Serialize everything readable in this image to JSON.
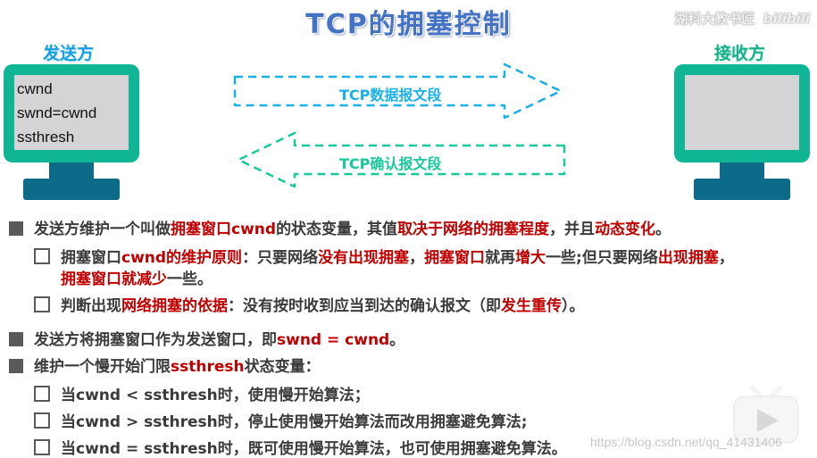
{
  "title": "TCP的拥塞控制",
  "watermark": {
    "channel": "湖科大教书匠",
    "logo_text": "bilibili",
    "url_text": "https://blog.csdn.net/qq_41431406"
  },
  "sender": {
    "label": "发送方",
    "screen_lines": [
      "cwnd",
      "swnd=cwnd",
      "ssthresh"
    ]
  },
  "receiver": {
    "label": "接收方"
  },
  "arrows": {
    "data_segment": {
      "label": "TCP数据报文段",
      "direction": "right",
      "color": "#1ab0e8"
    },
    "ack_segment": {
      "label": "TCP确认报文段",
      "direction": "left",
      "color": "#18c99a"
    }
  },
  "colors": {
    "title": "#4472c4",
    "highlight": "#c00000",
    "body_text": "#3b3b3b",
    "monitor_frame": "#10b595",
    "monitor_stand": "#0b6b88",
    "monitor_screen": "#d4d4d6"
  },
  "bullets": [
    {
      "level": 1,
      "segments": [
        {
          "t": "发送方维护一个叫做"
        },
        {
          "t": "拥塞窗口cwnd",
          "hl": true
        },
        {
          "t": "的状态变量，其值"
        },
        {
          "t": "取决于网络的拥塞程度",
          "hl": true
        },
        {
          "t": "，并且"
        },
        {
          "t": "动态变化",
          "hl": true
        },
        {
          "t": "。"
        }
      ]
    },
    {
      "level": 2,
      "segments": [
        {
          "t": "拥塞窗口"
        },
        {
          "t": "cwnd的维护原则",
          "hl": true
        },
        {
          "t": "：只要网络"
        },
        {
          "t": "没有出现拥塞",
          "hl": true
        },
        {
          "t": "，"
        },
        {
          "t": "拥塞窗口",
          "hl": true
        },
        {
          "t": "就再"
        },
        {
          "t": "增大",
          "hl": true
        },
        {
          "t": "一些;但只要网络"
        },
        {
          "t": "出现拥塞",
          "hl": true
        },
        {
          "t": "，"
        }
      ],
      "continuation": [
        {
          "t": "拥塞窗口就减少",
          "hl": true
        },
        {
          "t": "一些。"
        }
      ]
    },
    {
      "level": 2,
      "segments": [
        {
          "t": "判断出现"
        },
        {
          "t": "网络拥塞的依据",
          "hl": true
        },
        {
          "t": "：没有按时收到应当到达的确认报文（即"
        },
        {
          "t": "发生重传",
          "hl": true
        },
        {
          "t": "）。"
        }
      ]
    },
    {
      "level": 1,
      "segments": [
        {
          "t": "发送方将拥塞窗口作为发送窗口，即"
        },
        {
          "t": "swnd = cwnd",
          "hl": true
        },
        {
          "t": "。"
        }
      ]
    },
    {
      "level": 1,
      "segments": [
        {
          "t": "维护一个慢开始门限"
        },
        {
          "t": "ssthresh",
          "hl": true
        },
        {
          "t": "状态变量："
        }
      ]
    },
    {
      "level": 2,
      "segments": [
        {
          "t": "当cwnd < ssthresh时，使用慢开始算法；"
        }
      ]
    },
    {
      "level": 2,
      "segments": [
        {
          "t": "当cwnd > ssthresh时，停止使用慢开始算法而改用拥塞避免算法;"
        }
      ]
    },
    {
      "level": 2,
      "segments": [
        {
          "t": "当cwnd = ssthresh时，既可使用慢开始算法，也可使用拥塞避免算法。"
        }
      ]
    }
  ]
}
